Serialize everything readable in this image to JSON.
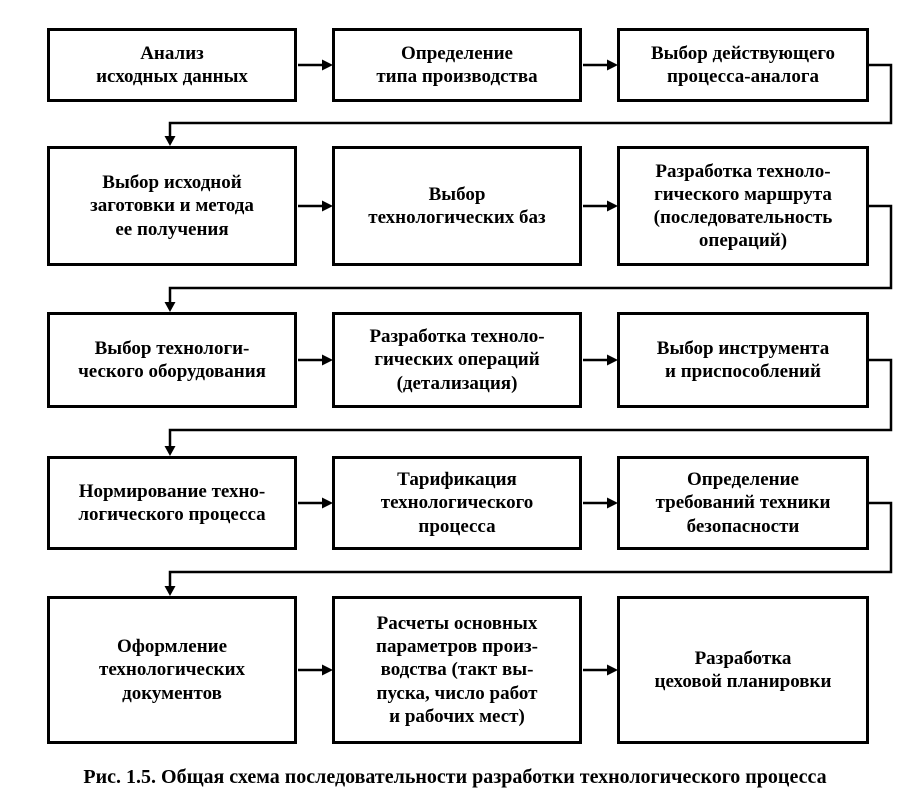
{
  "diagram": {
    "boxes": [
      {
        "label": "Анализ\nисходных данных"
      },
      {
        "label": "Определение\nтипа производства"
      },
      {
        "label": "Выбор действующего\nпроцесса-аналога"
      },
      {
        "label": "Выбор исходной\nзаготовки и метода\nее получения"
      },
      {
        "label": "Выбор\nтехнологических баз"
      },
      {
        "label": "Разработка техноло-\nгического маршрута\n(последовательность\nопераций)"
      },
      {
        "label": "Выбор технологи-\nческого оборудования"
      },
      {
        "label": "Разработка техноло-\nгических операций\n(детализация)"
      },
      {
        "label": "Выбор инструмента\nи приспособлений"
      },
      {
        "label": "Нормирование техно-\nлогического процесса"
      },
      {
        "label": "Тарификация\nтехнологического\nпроцесса"
      },
      {
        "label": "Определение\nтребований техники\nбезопасности"
      },
      {
        "label": "Оформление\nтехнологических\nдокументов"
      },
      {
        "label": "Расчеты основных\nпараметров произ-\nводства (такт вы-\nпуска, число работ\nи рабочих мест)"
      },
      {
        "label": "Разработка\nцеховой планировки"
      }
    ],
    "caption": "Рис. 1.5. Общая схема последовательности разработки технологического процесса",
    "colors": {
      "line": "#000000",
      "background": "#ffffff"
    }
  }
}
